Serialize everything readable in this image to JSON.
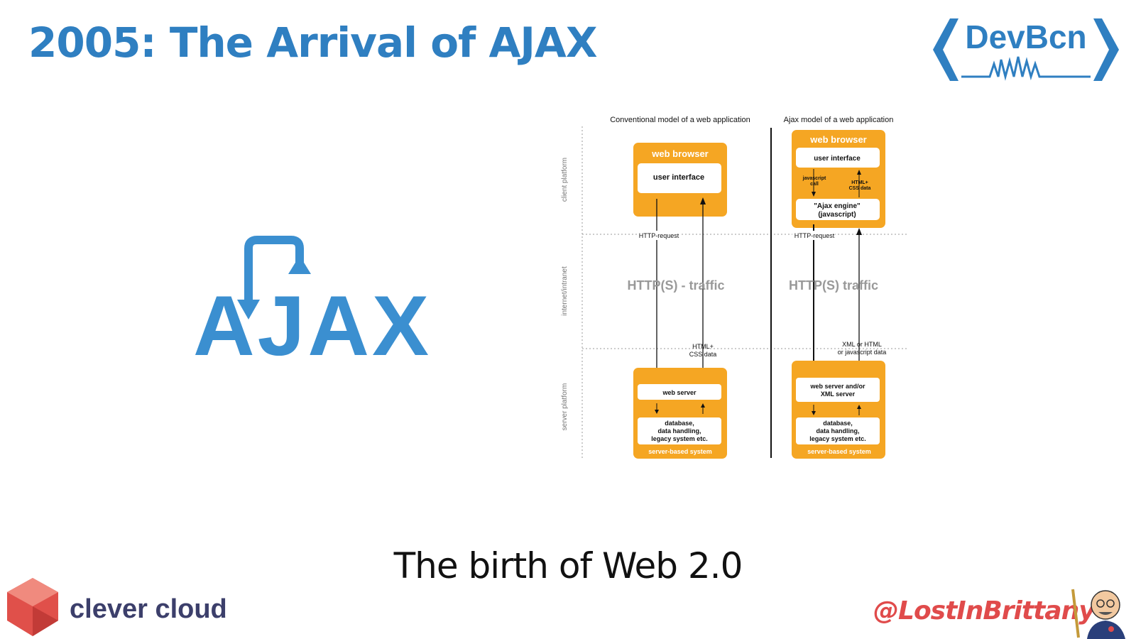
{
  "slide": {
    "title": "2005: The Arrival of AJAX",
    "subtitle": "The birth of Web 2.0",
    "handle": "@LostInBrittany"
  },
  "logos": {
    "devbcn": "DevBcn",
    "ajax": "AJAX",
    "clever_cloud": "clever cloud"
  },
  "diagram": {
    "conventional_title": "Conventional model of a web application",
    "ajax_title": "Ajax model of a web application",
    "layers": {
      "client": "client platform",
      "internet": "internet/intranet",
      "server": "server platform"
    },
    "conventional": {
      "browser": "web browser",
      "user_interface": "user interface",
      "http_request": "HTTP-request",
      "traffic": "HTTP(S) - traffic",
      "response_line1": "HTML+",
      "response_line2": "CSS data",
      "web_server": "web server",
      "db_line1": "database,",
      "db_line2": "data handling,",
      "db_line3": "legacy system etc.",
      "system": "server-based system"
    },
    "ajax": {
      "browser": "web browser",
      "user_interface": "user interface",
      "js_call_line1": "javascript",
      "js_call_line2": "call",
      "html_css_line1": "HTML+",
      "html_css_line2": "CSS data",
      "engine_line1": "\"Ajax engine\"",
      "engine_line2": "(javascript)",
      "http_request": "HTTP-request",
      "traffic": "HTTP(S) traffic",
      "response_line1": "XML or HTML",
      "response_line2": "or javascript data",
      "server_line1": "web server and/or",
      "server_line2": "XML server",
      "db_line1": "database,",
      "db_line2": "data handling,",
      "db_line3": "legacy system etc.",
      "system": "server-based system"
    }
  },
  "colors": {
    "title_blue": "#2f7fc1",
    "box_orange": "#f5a623",
    "clever_red": "#e0504a",
    "clever_text": "#3c3f6b",
    "handle_red": "#e04b4b"
  }
}
